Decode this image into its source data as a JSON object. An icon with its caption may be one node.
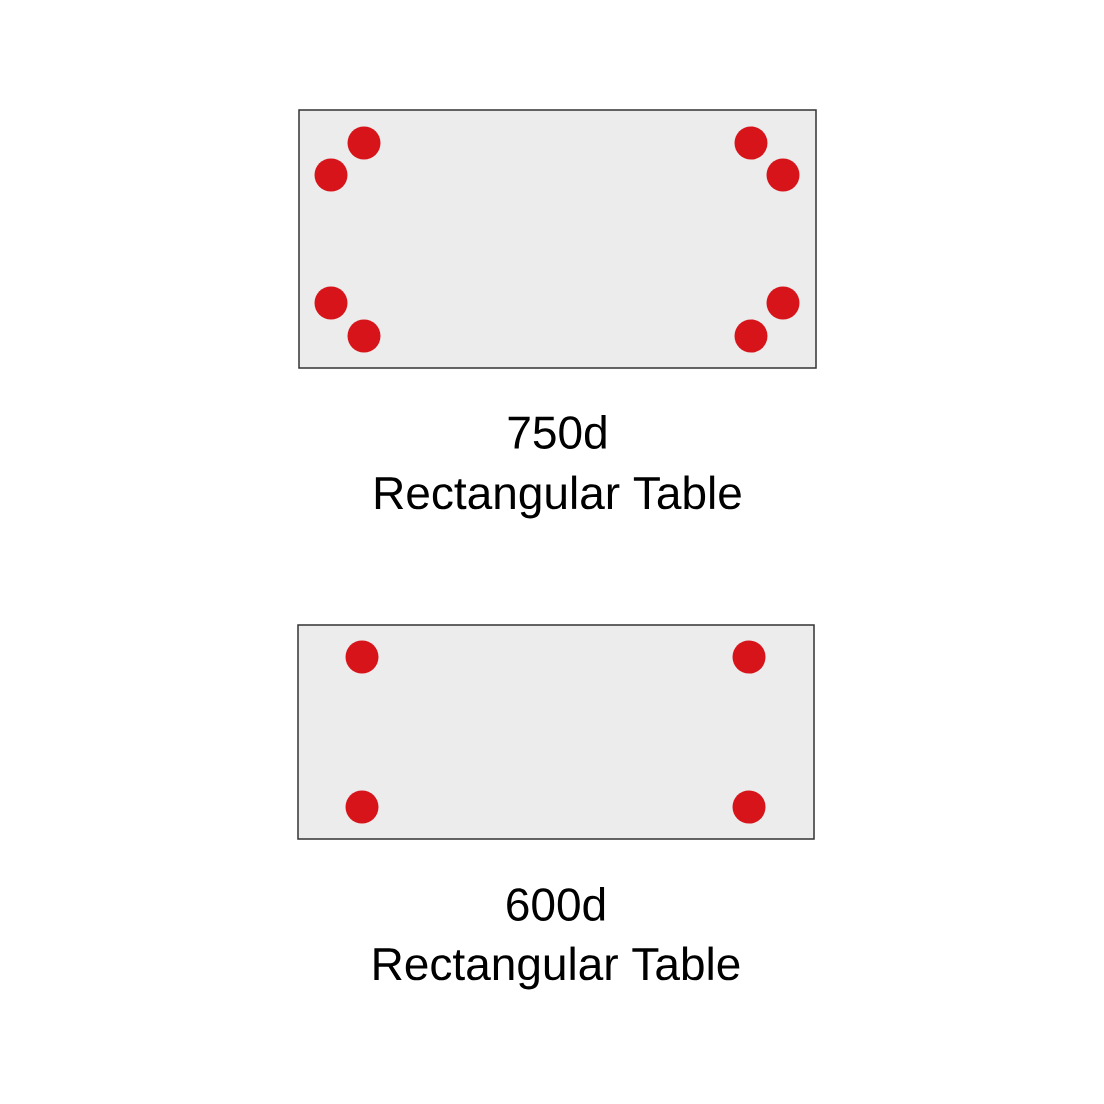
{
  "diagram": {
    "nodes": [
      {
        "text": [],
        "shape": "box",
        "beside": [
          "750d",
          "Rectangular Table"
        ]
      },
      {
        "text": [],
        "shape": "box",
        "beside": [
          "600d",
          "Rectangular Table"
        ]
      }
    ]
  }
}
